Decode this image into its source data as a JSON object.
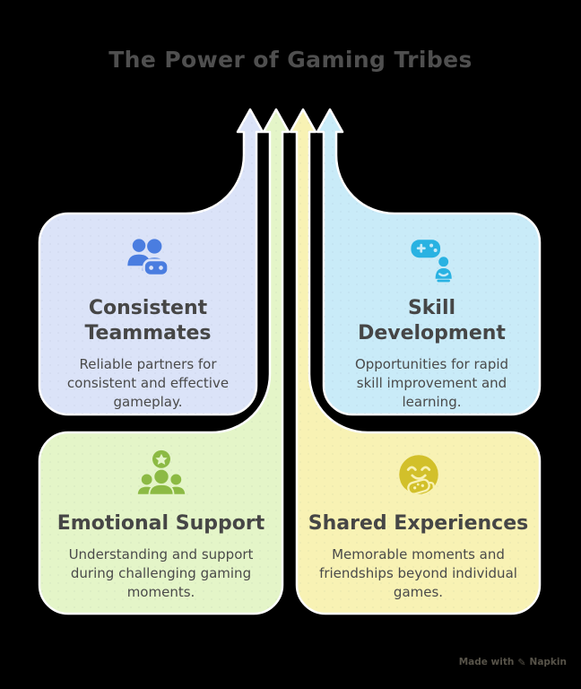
{
  "title": "The Power of Gaming Tribes",
  "cards": {
    "consistent_teammates": {
      "title": "Consistent Teammates",
      "description": "Reliable partners for consistent and effective gameplay.",
      "icon": "teammates-controller-icon",
      "fill_color": "#dbe3f8",
      "icon_color": "#4a7de0"
    },
    "skill_development": {
      "title": "Skill Development",
      "description": "Opportunities for rapid skill improvement and learning.",
      "icon": "controller-player-icon",
      "fill_color": "#c9ebf8",
      "icon_color": "#29b2e2"
    },
    "emotional_support": {
      "title": "Emotional Support",
      "description": "Understanding and support during challenging gaming moments.",
      "icon": "team-ball-icon",
      "fill_color": "#e4f5c8",
      "icon_color": "#8cba44"
    },
    "shared_experiences": {
      "title": "Shared Experiences",
      "description": "Memorable moments and friendships beyond individual games.",
      "icon": "smiley-controller-icon",
      "fill_color": "#f8f2b4",
      "icon_color": "#d2c02a"
    }
  },
  "watermark": {
    "prefix": "Made with",
    "brand": "Napkin",
    "icon": "pen-icon"
  },
  "text_colors": {
    "main_title": "#4f4f4f",
    "card_title": "#464646",
    "card_body": "#4a4a4a"
  },
  "outline_color": "#ffffff",
  "background": "#000000"
}
